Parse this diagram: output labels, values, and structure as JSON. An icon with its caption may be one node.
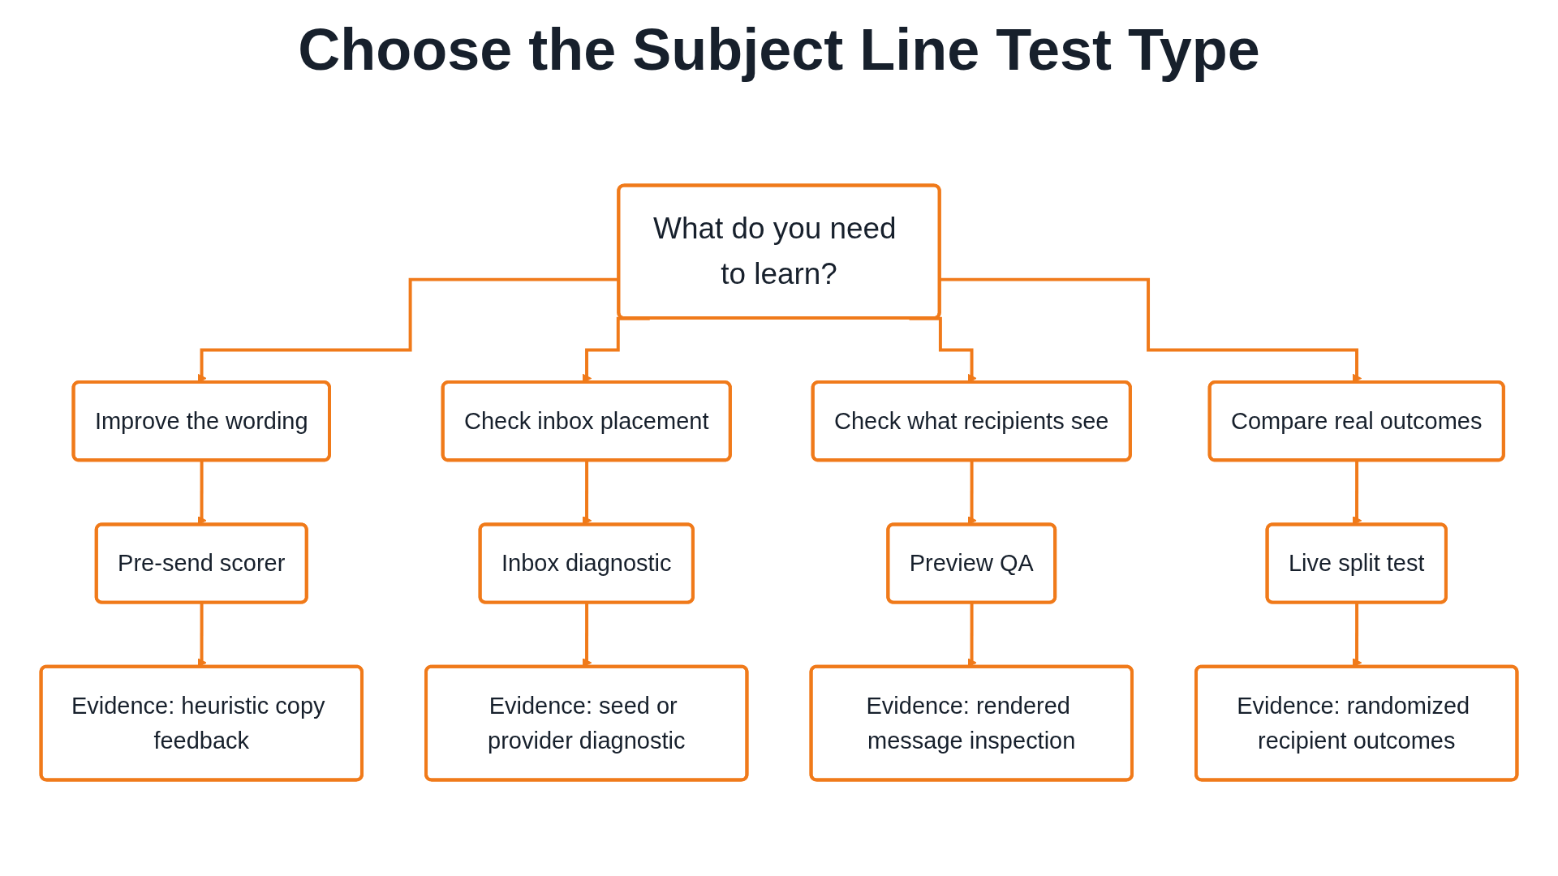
{
  "diagram": {
    "title": "Choose the Subject Line Test Type",
    "nodes": [
      {
        "text": [
          "What do you need to learn?"
        ]
      },
      {
        "text": [
          "Improve the wording"
        ]
      },
      {
        "text": [
          "Check inbox placement"
        ]
      },
      {
        "text": [
          "Check what recipients see"
        ]
      },
      {
        "text": [
          "Compare real outcomes"
        ]
      },
      {
        "text": [
          "Pre-send scorer"
        ]
      },
      {
        "text": [
          "Inbox diagnostic"
        ]
      },
      {
        "text": [
          "Preview QA"
        ]
      },
      {
        "text": [
          "Live split test"
        ]
      },
      {
        "text": [
          "Evidence: heuristic copy feedback"
        ]
      },
      {
        "text": [
          "Evidence: seed or provider diagnostic"
        ]
      },
      {
        "text": [
          "Evidence: rendered message inspection"
        ]
      },
      {
        "text": [
          "Evidence: randomized recipient outcomes"
        ]
      }
    ],
    "edges": [
      {
        "from": 0,
        "to": 1,
        "arrow": "to"
      },
      {
        "from": 0,
        "to": 2,
        "arrow": "to"
      },
      {
        "from": 0,
        "to": 3,
        "arrow": "to"
      },
      {
        "from": 0,
        "to": 4,
        "arrow": "to"
      },
      {
        "from": 1,
        "to": 5,
        "arrow": "to"
      },
      {
        "from": 2,
        "to": 6,
        "arrow": "to"
      },
      {
        "from": 3,
        "to": 7,
        "arrow": "to"
      },
      {
        "from": 4,
        "to": 8,
        "arrow": "to"
      },
      {
        "from": 5,
        "to": 9,
        "arrow": "to"
      },
      {
        "from": 6,
        "to": 10,
        "arrow": "to"
      },
      {
        "from": 7,
        "to": 11,
        "arrow": "to"
      },
      {
        "from": 8,
        "to": 12,
        "arrow": "to"
      }
    ]
  }
}
